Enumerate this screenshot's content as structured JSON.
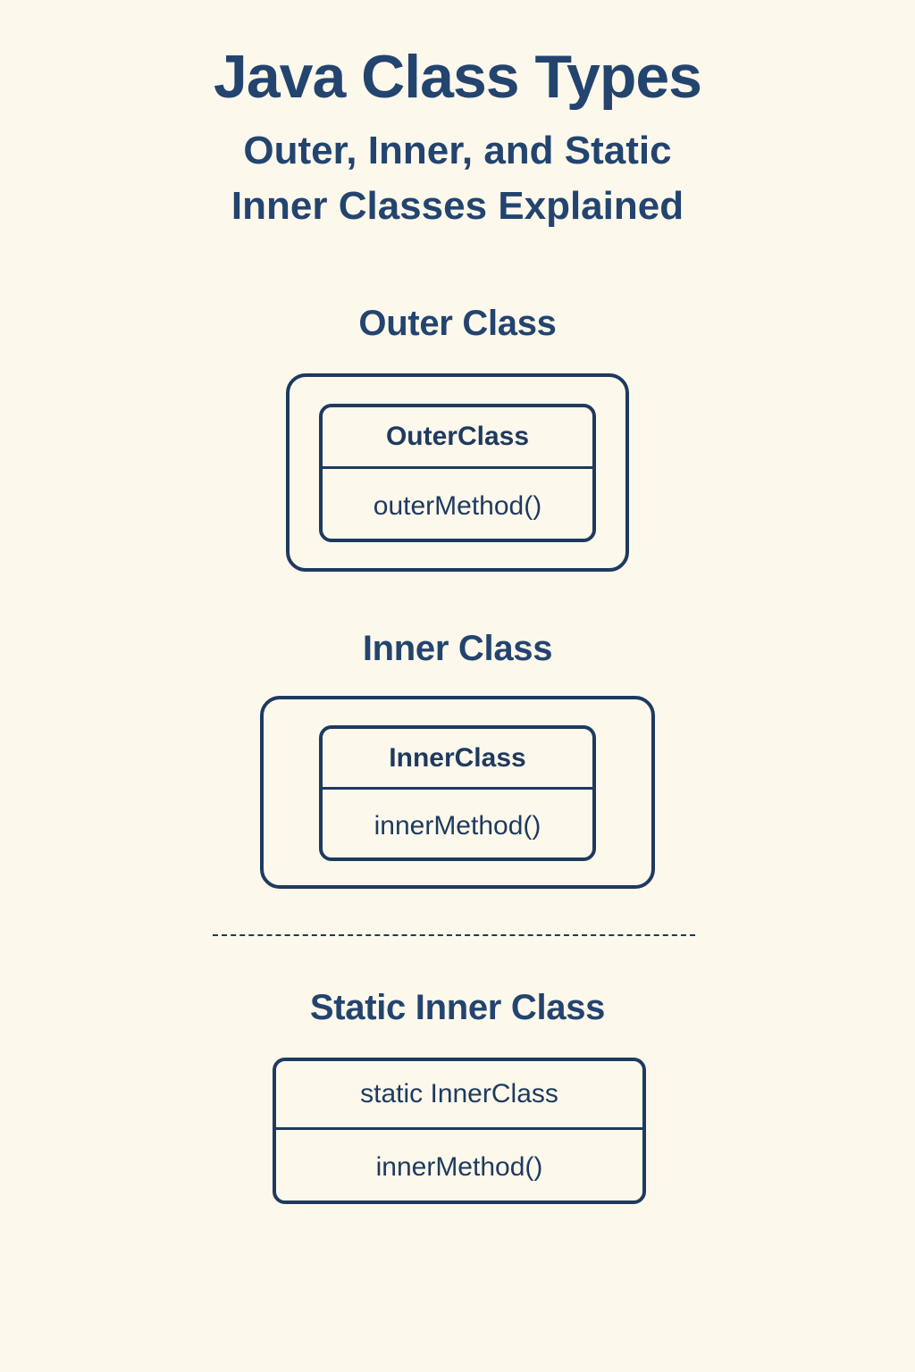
{
  "header": {
    "title": "Java Class Types",
    "subtitle_line1": "Outer, Inner, and Static",
    "subtitle_line2": "Inner Classes Explained"
  },
  "theme": {
    "background": "#FDF8EC",
    "stroke": "#1E3A5F",
    "text": "#23446E"
  },
  "sections": [
    {
      "heading": "Outer Class",
      "has_wrapper": true,
      "class_name": "OuterClass",
      "class_method": "outerMethod()"
    },
    {
      "heading": "Inner Class",
      "has_wrapper": true,
      "class_name": "InnerClass",
      "class_method": "innerMethod()"
    },
    {
      "heading": "Static Inner Class",
      "has_wrapper": false,
      "class_name": "static InnerClass",
      "class_method": "innerMethod()"
    }
  ]
}
